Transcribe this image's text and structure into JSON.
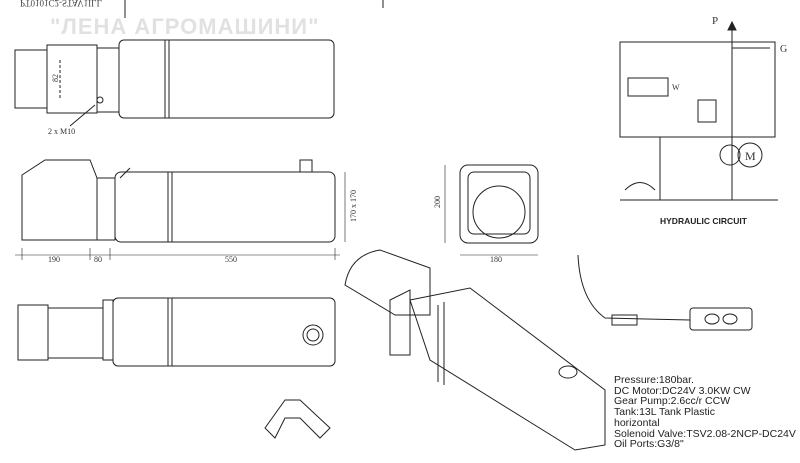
{
  "brand_watermark": "\"ЛЕНА АГРОМАШИНИ\"",
  "drawing_code": "PT0101C2-STAV1ILL",
  "top_view": {
    "bolt_label": "2 x M10",
    "dim_label": "82"
  },
  "side_view": {
    "dims": [
      "190",
      "80",
      "550"
    ],
    "height_label": "170 x 170"
  },
  "end_view": {
    "height_label": "200",
    "width_label": "180"
  },
  "circuit": {
    "title": "HYDRAULIC CIRCUIT",
    "pressure_port": "P",
    "gauge_port": "G",
    "motor_label": "M",
    "valve_label": "W"
  },
  "specs": [
    "Pressure:180bar.",
    "DC Motor:DC24V 3.0KW  CW",
    "Gear Pump:2.6cc/r CCW",
    "Tank:13L Tank Plastic",
    "horizontal",
    "Solenoid Valve:TSV2.08-2NCP-DC24V",
    "Oil Ports:G3/8\""
  ]
}
